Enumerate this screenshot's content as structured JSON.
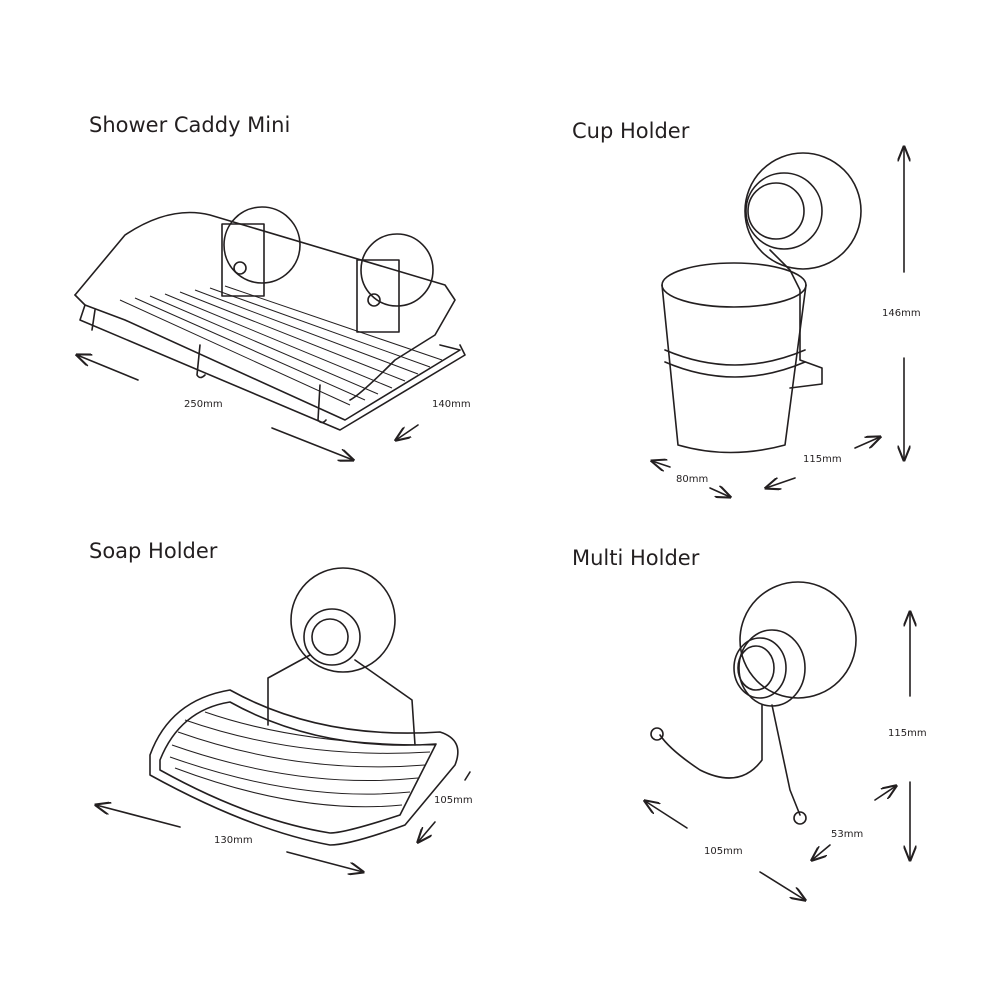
{
  "products": [
    {
      "title": "Shower Caddy Mini",
      "dimensions": [
        "250mm",
        "140mm"
      ]
    },
    {
      "title": "Cup Holder",
      "dimensions": [
        "146mm",
        "115mm",
        "80mm"
      ]
    },
    {
      "title": "Soap Holder",
      "dimensions": [
        "130mm",
        "105mm"
      ]
    },
    {
      "title": "Multi Holder",
      "dimensions": [
        "115mm",
        "105mm",
        "53mm"
      ]
    }
  ],
  "colors": {
    "line": "#231f20",
    "background": "#ffffff"
  }
}
